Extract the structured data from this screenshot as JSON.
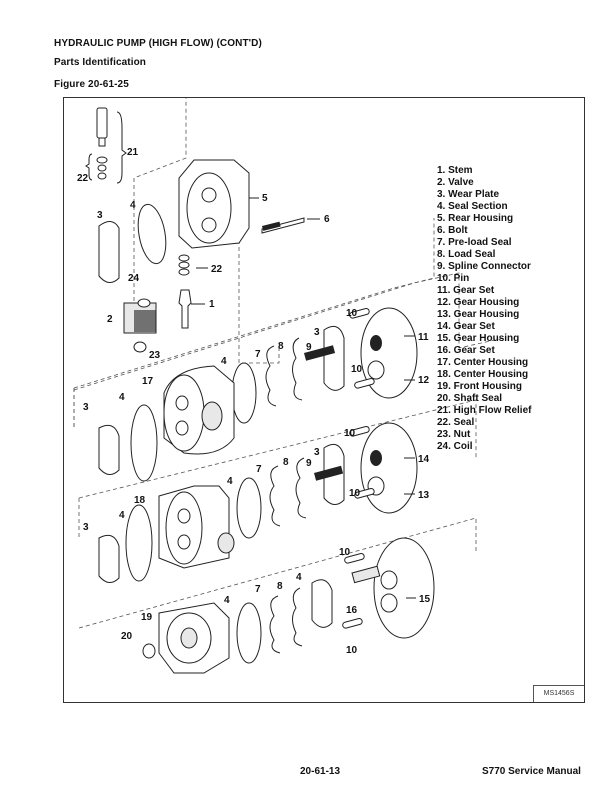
{
  "header": {
    "title": "HYDRAULIC PUMP (HIGH FLOW) (CONT'D)",
    "subtitle": "Parts Identification",
    "figure": "Figure 20-61-25"
  },
  "legend": [
    "1. Stem",
    "2. Valve",
    "3. Wear Plate",
    "4. Seal Section",
    "5. Rear Housing",
    "6. Bolt",
    "7. Pre-load Seal",
    "8. Load Seal",
    "9. Spline Connector",
    "10. Pin",
    "11. Gear Set",
    "12. Gear Housing",
    "13. Gear Housing",
    "14. Gear Set",
    "15. Gear Housing",
    "16. Gear Set",
    "17. Center Housing",
    "18. Center Housing",
    "19. Front Housing",
    "20. Shaft Seal",
    "21. High Flow Relief",
    "22. Seal",
    "23. Nut",
    "24. Coil"
  ],
  "callouts": {
    "c21": "21",
    "c22a": "22",
    "c5": "5",
    "c6": "6",
    "c4a": "4",
    "c3a": "3",
    "c22b": "22",
    "c24": "24",
    "c2": "2",
    "c1": "1",
    "c23": "23",
    "c10a": "10",
    "c11": "11",
    "c3b": "3",
    "c9a": "9",
    "c8a": "8",
    "c7a": "7",
    "c10b": "10",
    "c12": "12",
    "c4b": "4",
    "c17": "17",
    "c4c": "4",
    "c3c": "3",
    "c10c": "10",
    "c14": "14",
    "c3d": "3",
    "c9b": "9",
    "c8b": "8",
    "c7b": "7",
    "c10d": "10",
    "c13": "13",
    "c4d": "4",
    "c18": "18",
    "c4e": "4",
    "c3e": "3",
    "c10e": "10",
    "c15": "15",
    "c4f": "4",
    "c8c": "8",
    "c7c": "7",
    "c16": "16",
    "c10f": "10",
    "c4g": "4",
    "c19": "19",
    "c20": "20"
  },
  "figure_code": "MS1456S",
  "footer": {
    "page": "20-61-13",
    "manual": "S770 Service Manual"
  }
}
